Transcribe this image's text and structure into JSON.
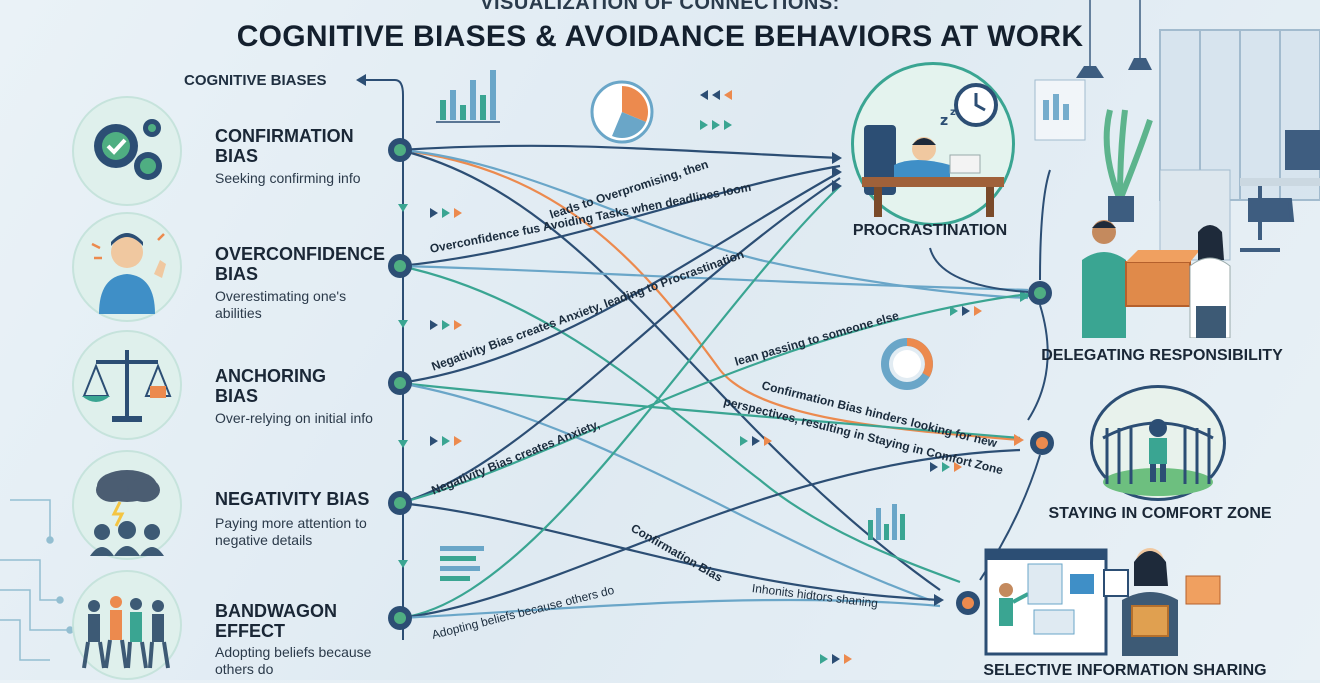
{
  "header": {
    "overtitle": "VISUALIZATION OF CONNECTIONS:",
    "title": "COGNITIVE BIASES & AVOIDANCE BEHAVIORS AT WORK"
  },
  "section_label": "COGNITIVE BIASES",
  "biases": [
    {
      "title": "CONFIRMATION BIAS",
      "desc": "Seeking confirming info",
      "icon": "gears-icon"
    },
    {
      "title": "OVERCONFIDENCE BIAS",
      "desc": "Overestimating one's abilities",
      "icon": "confident-person-icon"
    },
    {
      "title": "ANCHORING BIAS",
      "desc": "Over-relying on initial info",
      "icon": "balance-scale-icon"
    },
    {
      "title": "NEGATIVITY BIAS",
      "desc": "Paying more attention to negative details",
      "icon": "storm-cloud-icon"
    },
    {
      "title": "BANDWAGON EFFECT",
      "desc": "Adopting beliefs because others do",
      "icon": "crowd-icon"
    }
  ],
  "behaviors": [
    {
      "title": "PROCRASTINATION",
      "icon": "sleeping-at-desk-icon"
    },
    {
      "title": "DELEGATING RESPONSIBILITY",
      "icon": "handing-box-icon"
    },
    {
      "title": "STAYING IN COMFORT ZONE",
      "icon": "fenced-person-icon"
    },
    {
      "title": "SELECTIVE INFORMATION SHARING",
      "icon": "presenting-person-icon"
    }
  ],
  "links": [
    {
      "text": "leads to Overpromising, then"
    },
    {
      "text": "Overconfidence fus Avoiding Tasks when deadlines loom"
    },
    {
      "text": "Negativity Bias creates Anxiety, leading to Procrastination"
    },
    {
      "text": "lean passing to someone else"
    },
    {
      "text": "Confirmation Bias hinders looking for new"
    },
    {
      "text": "perspectives, resulting in Staying in Comfort Zone"
    },
    {
      "text": "Negativity Bias creates Anxiety,"
    },
    {
      "text": "Confirmation Bias"
    },
    {
      "text": "Inhonits hidtors shaning"
    },
    {
      "text": "Adopting beliefs because others do"
    }
  ],
  "colors": {
    "teal": "#3aa592",
    "navy": "#2c4e74",
    "orange": "#ec8a4e",
    "light_blue": "#6aa6c8",
    "green_fill": "#4fae82"
  }
}
